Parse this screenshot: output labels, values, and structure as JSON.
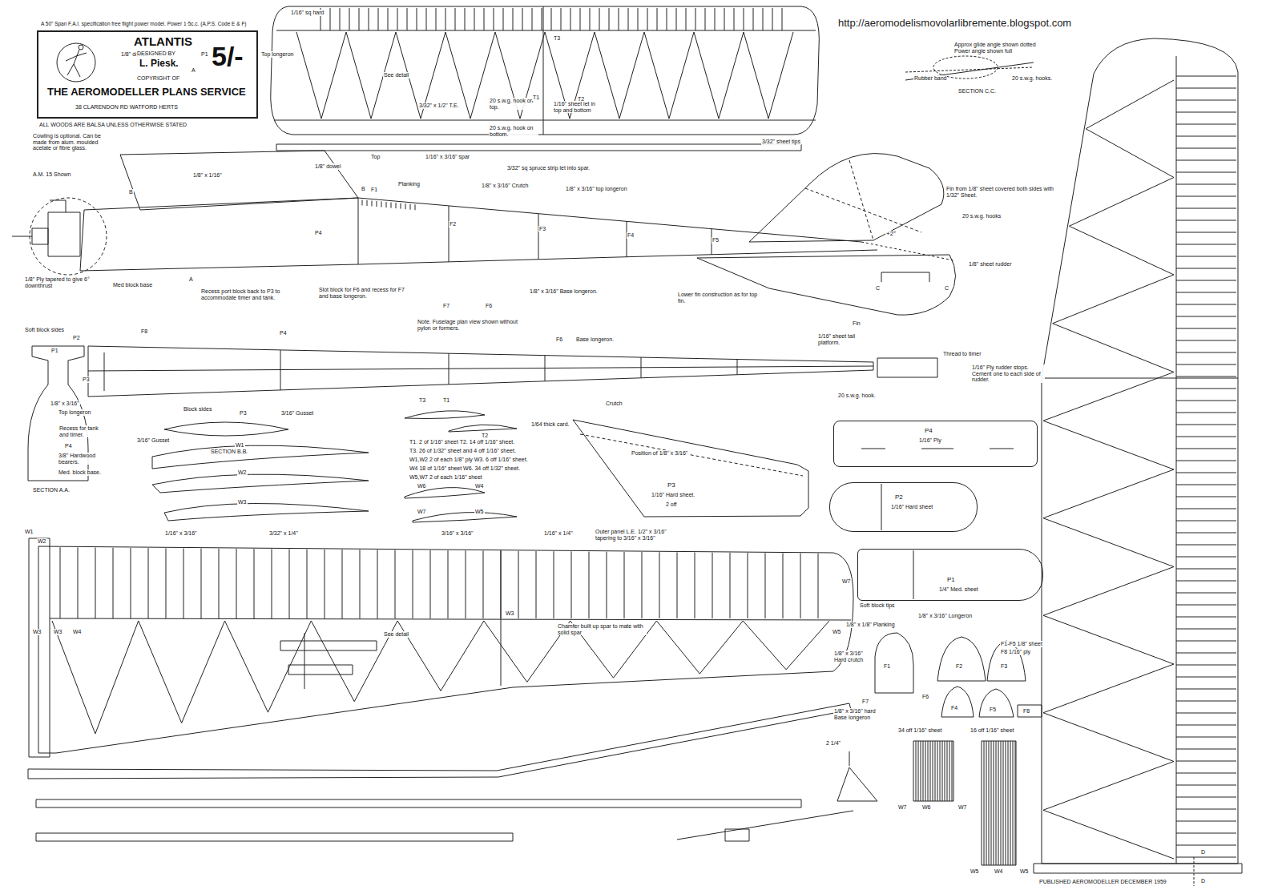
{
  "diagram": {
    "nodes": [
      {
        "text": [
          "ATLANTIS",
          "DESIGNED BY",
          "L. Piesk.",
          "5/-",
          "COPYRIGHT OF",
          "THE AEROMODELLER PLANS SERVICE",
          "38 CLARENDON RD WATFORD HERTS"
        ]
      },
      {
        "text": [
          "Position of 1/8\" x 3/16\"",
          "P3",
          "1/16\" Hard sheet.",
          "2 off"
        ]
      },
      {
        "text": [
          "P4",
          "1/16\" Ply"
        ]
      },
      {
        "text": [
          "P2",
          "1/16\" Hard sheet"
        ]
      },
      {
        "text": [
          "P1",
          "1/4\" Med. sheet"
        ]
      }
    ],
    "labels": [
      "A 50\" Span F.A.I. specification free flight power model. Power 1·5c.c. (A.P.S. Code E & F)",
      "ALL WOODS ARE BALSA UNLESS OTHERWISE STATED",
      "http://aeromodelismovolarlibremente.blogspot.com",
      "1/16\" sq hard",
      "See detail",
      "3/32\" x 1/2\" T.E.",
      "20 s.w.g. hook on top.",
      "20 s.w.g. hook on bottom.",
      "T3",
      "T1",
      "T2",
      "1/16\" sheet let in top and bottom",
      "Top",
      "1/16\" x 3/16\" spar",
      "3/32\" sheet tips",
      "3/32\" sq spruce strip let into spar.",
      "Approx glide angle shown dotted Power angle shown full",
      "Rubber band",
      "20 s.w.g. hooks.",
      "SECTION C.C.",
      "1/8\" dowel",
      "P3",
      "P1",
      "P2",
      "Top longeron",
      "A",
      "Cowling is optional. Can be made from alum. moulded acetate or fibre glass.",
      "A.M. 15 Shown",
      "B",
      "1/8\" x 1/16\"",
      "1/8\" dowel",
      "B",
      "F1",
      "Planking",
      "1/8\" x 3/16\" Crutch",
      "1/8\" x 3/16\" top longeron",
      "F2",
      "F3",
      "F4",
      "F5",
      "P4",
      "1/8\" Ply tapered to give 6° downthrust",
      "Med block base",
      "A",
      "Recess port block back to P3 to accommodate timer and tank.",
      "Slot block for F6 and recess for F7 and base longeron.",
      "F7",
      "F6",
      "1/8\" x 3/16\" Base longeron.",
      "Lower fin construction as for top fin.",
      "Fin",
      "+2°",
      "Fin from 1/8\" sheet covered both sides with 1/32\" Sheet.",
      "20 s.w.g. hooks",
      "1/8\" sheet rudder",
      "C",
      "C",
      "F8",
      "P4",
      "Note. Fuselage plan view shown without pylon or formers.",
      "F6",
      "Base longeron.",
      "1/16\" sheet tail platform.",
      "Thread to timer",
      "1/16\" Ply rudder stops. Cement one to each side of rudder.",
      "20 s.w.g. hook.",
      "Crutch",
      "Soft block sides",
      "P1",
      "P2",
      "P3",
      "1/8\" x 3/16\"",
      "Top longeron",
      "Recess for tank and timer.",
      "P4",
      "3/8\" Hardwood bearers.",
      "Med. block base.",
      "SECTION A.A.",
      "Block sides",
      "P3",
      "3/16\" Gusset",
      "SECTION B.B.",
      "3/16\" Gusset",
      "T3",
      "T1",
      "T2",
      "1/64 thick card.",
      "T1. 2 of 1/16\" sheet T2. 14 off 1/16\" sheet.",
      "T3. 26 of 1/32\" sheet and 4 off 1/16\" sheet.",
      "W1,W2 2 of each 1/8\" ply W3. 6 off 1/16\" sheet.",
      "W4 18 of 1/16\" sheet W6. 34 off 1/32\" sheet.",
      "W5,W7 2 of each 1/16\" sheet",
      "W1",
      "W2",
      "W3",
      "W6",
      "W4",
      "W7",
      "W5",
      "1/16\" x 3/16\"",
      "3/32\" x 1/4\"",
      "3/16\" x 3/16\"",
      "1/16\" x 1/4\"",
      "Outer panel L.E. 1/2\" x 3/16\" tapering to 3/16\" x 3/16\"",
      "W1",
      "W2",
      "W3",
      "W3",
      "W4",
      "See detail",
      "Chamfer built up spar to mate with solid spar",
      "W3",
      "W5",
      "W7",
      "2 1/4\"",
      "Soft block tips",
      "1/8\" x 3/16\" Longeron",
      "1/8\" x 1/8\" Planking",
      "1/8\" x 3/16\" Hard crutch",
      "F1",
      "F2",
      "F3",
      "F1-F5 1/8\" sheet",
      "F8 1/16\" ply",
      "F6",
      "F4",
      "F5",
      "F8",
      "F7",
      "1/8\" x 3/16\" hard Base longeron",
      "34 off 1/16\" sheet",
      "16 off 1/16\" sheet",
      "W7",
      "W6",
      "W7",
      "W5",
      "W4",
      "W5",
      "D",
      "D",
      "PUBLISHED AEROMODELLER DECEMBER 1959"
    ]
  }
}
